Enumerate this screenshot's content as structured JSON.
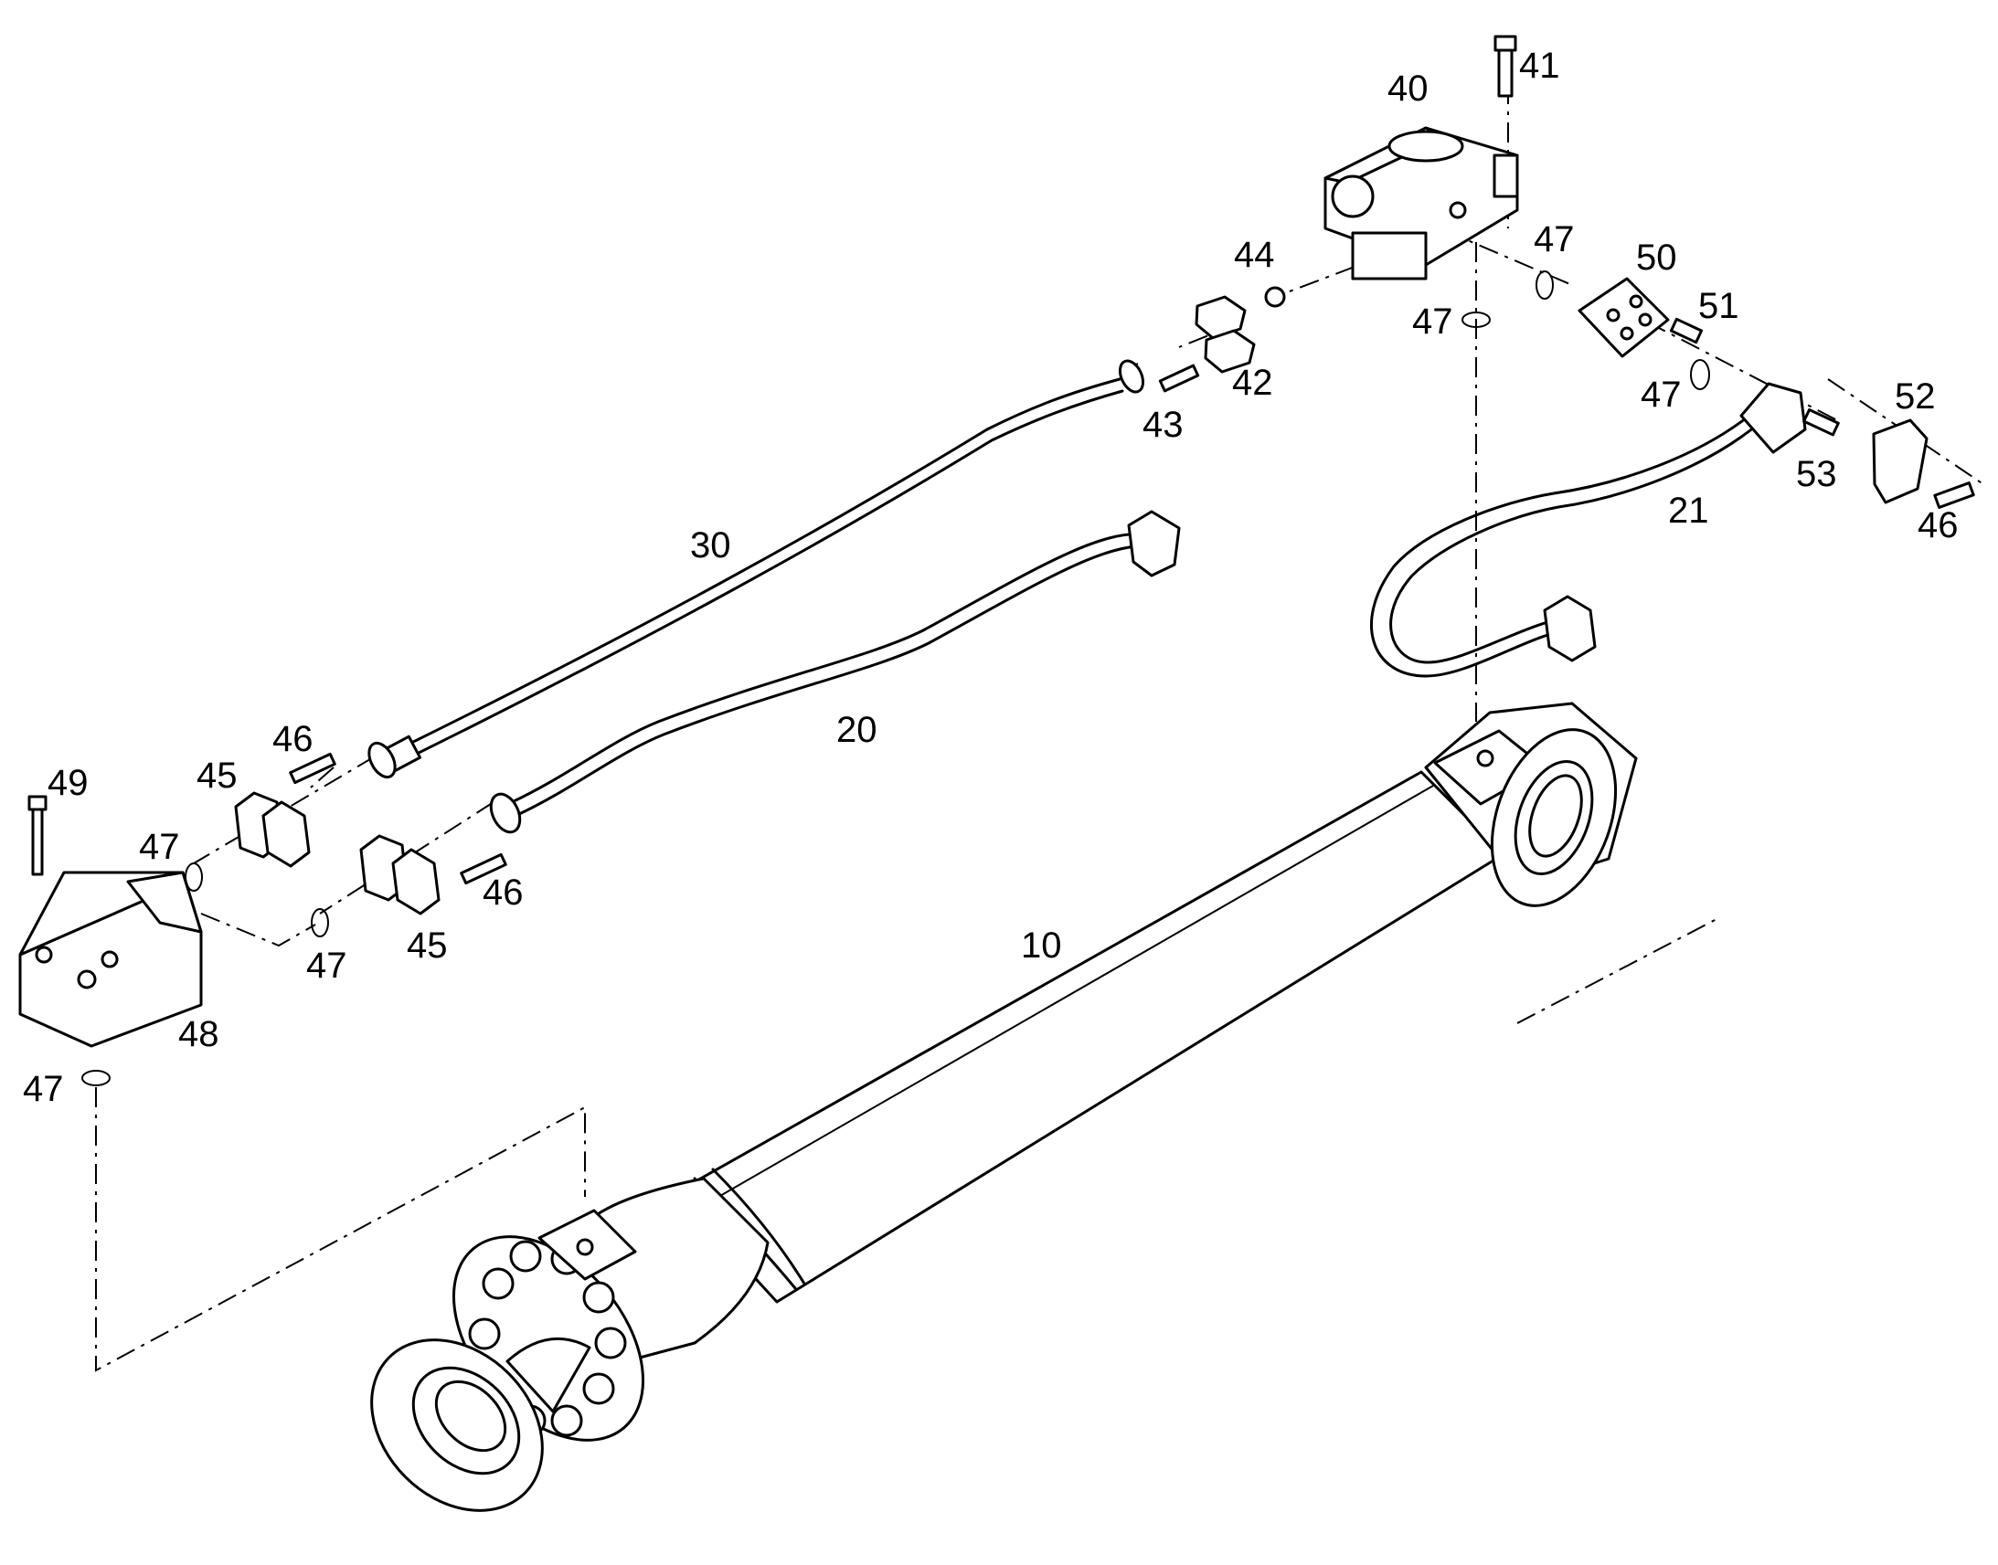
{
  "diagram": {
    "callouts": {
      "c10": "10",
      "c20": "20",
      "c21": "21",
      "c30": "30",
      "c40": "40",
      "c41": "41",
      "c42": "42",
      "c43": "43",
      "c44": "44",
      "c45a": "45",
      "c45b": "45",
      "c46a": "46",
      "c46b": "46",
      "c46c": "46",
      "c47a": "47",
      "c47b": "47",
      "c47c": "47",
      "c47d": "47",
      "c47e": "47",
      "c47f": "47",
      "c48": "48",
      "c49": "49",
      "c50": "50",
      "c51": "51",
      "c52": "52",
      "c53": "53"
    }
  }
}
